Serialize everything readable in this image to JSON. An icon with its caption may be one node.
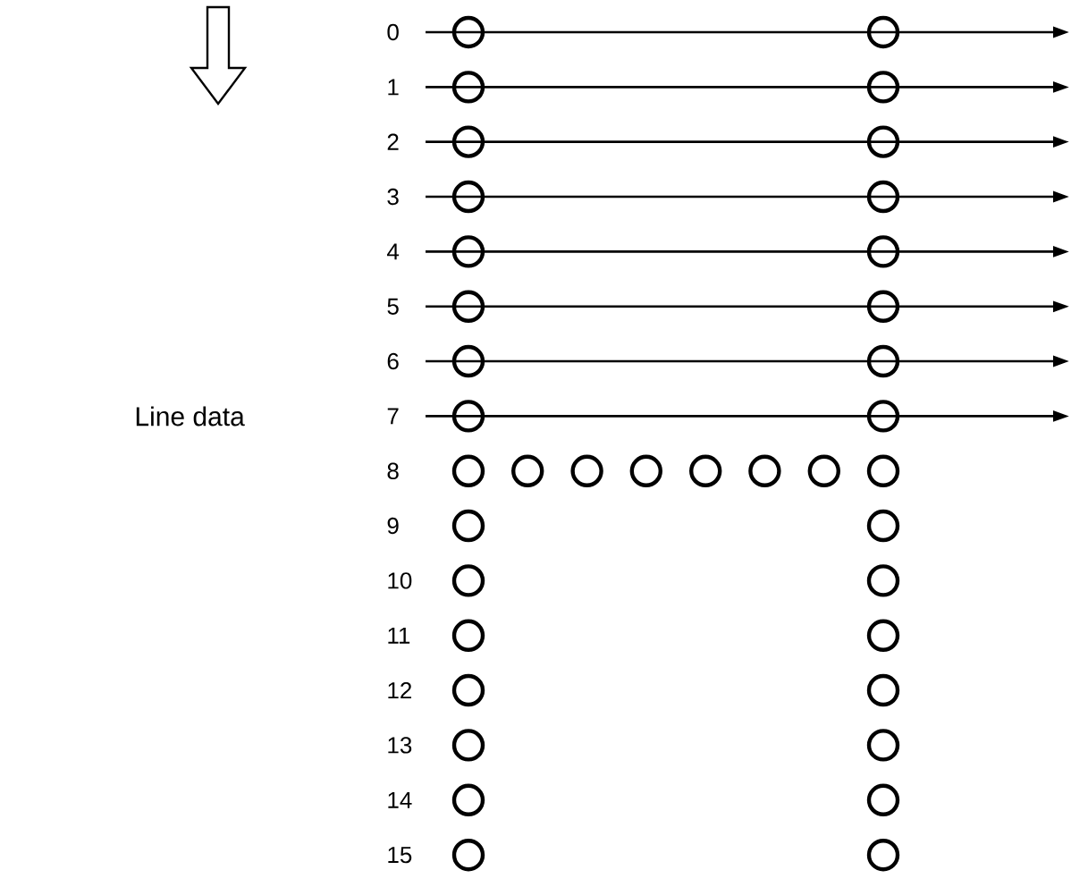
{
  "diagram": {
    "labels": [
      "0",
      "1",
      "2",
      "3",
      "4",
      "5",
      "6",
      "Line data",
      "7",
      "8",
      "9",
      "10",
      "11",
      "12",
      "13",
      "14",
      "15"
    ]
  }
}
